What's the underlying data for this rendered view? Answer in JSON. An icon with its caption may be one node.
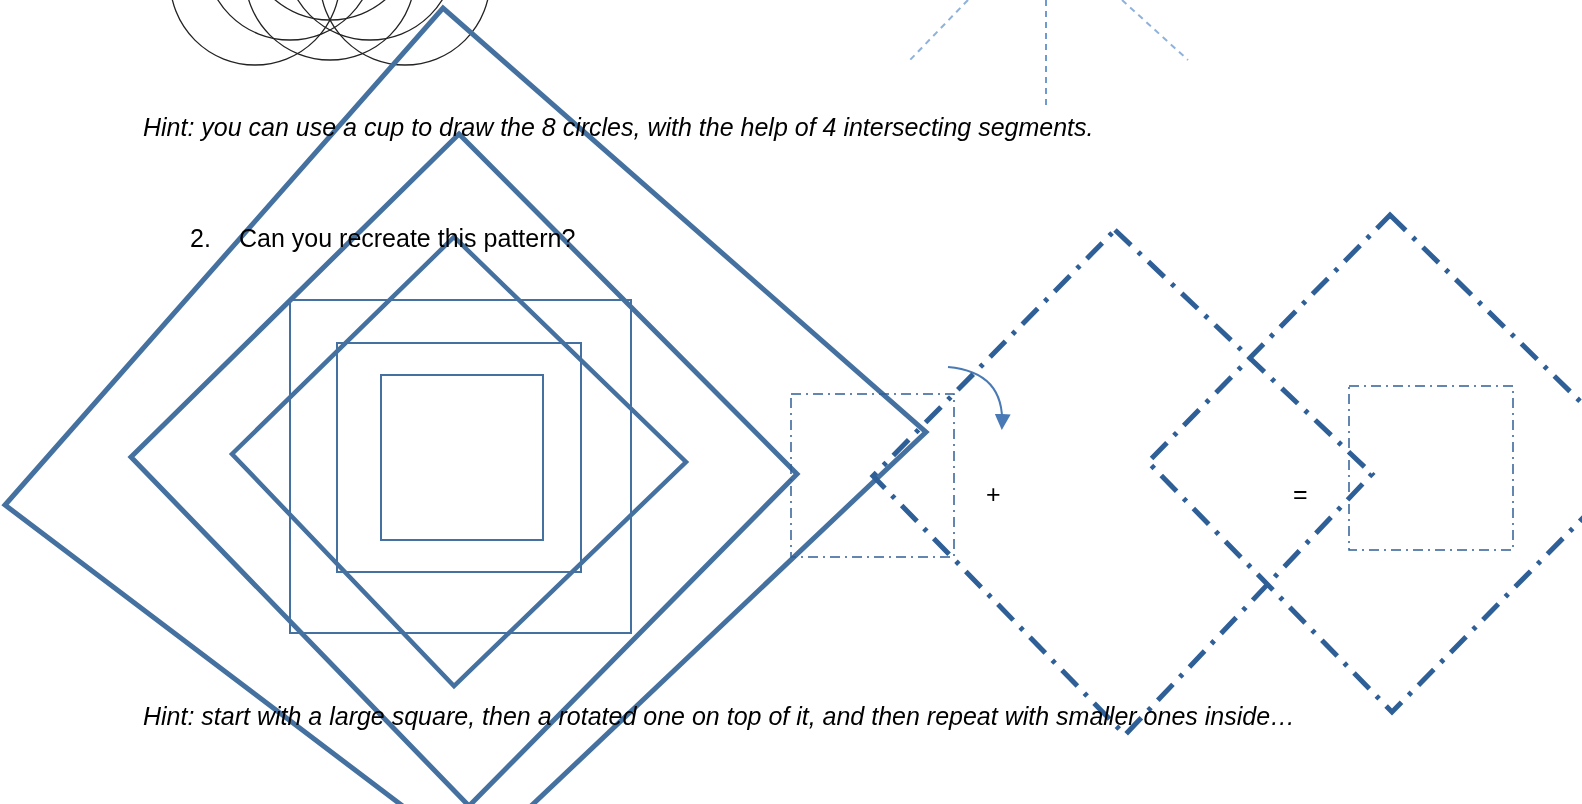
{
  "diagram": {
    "labels": [
      "Hint: you can use a cup to draw the 8 circles, with the help of 4 intersecting segments.",
      "2.",
      "Can you recreate this pattern?",
      "+",
      "=",
      "Hint: start with a large square, then a rotated one on top of it, and then repeat with smaller ones inside…"
    ]
  }
}
